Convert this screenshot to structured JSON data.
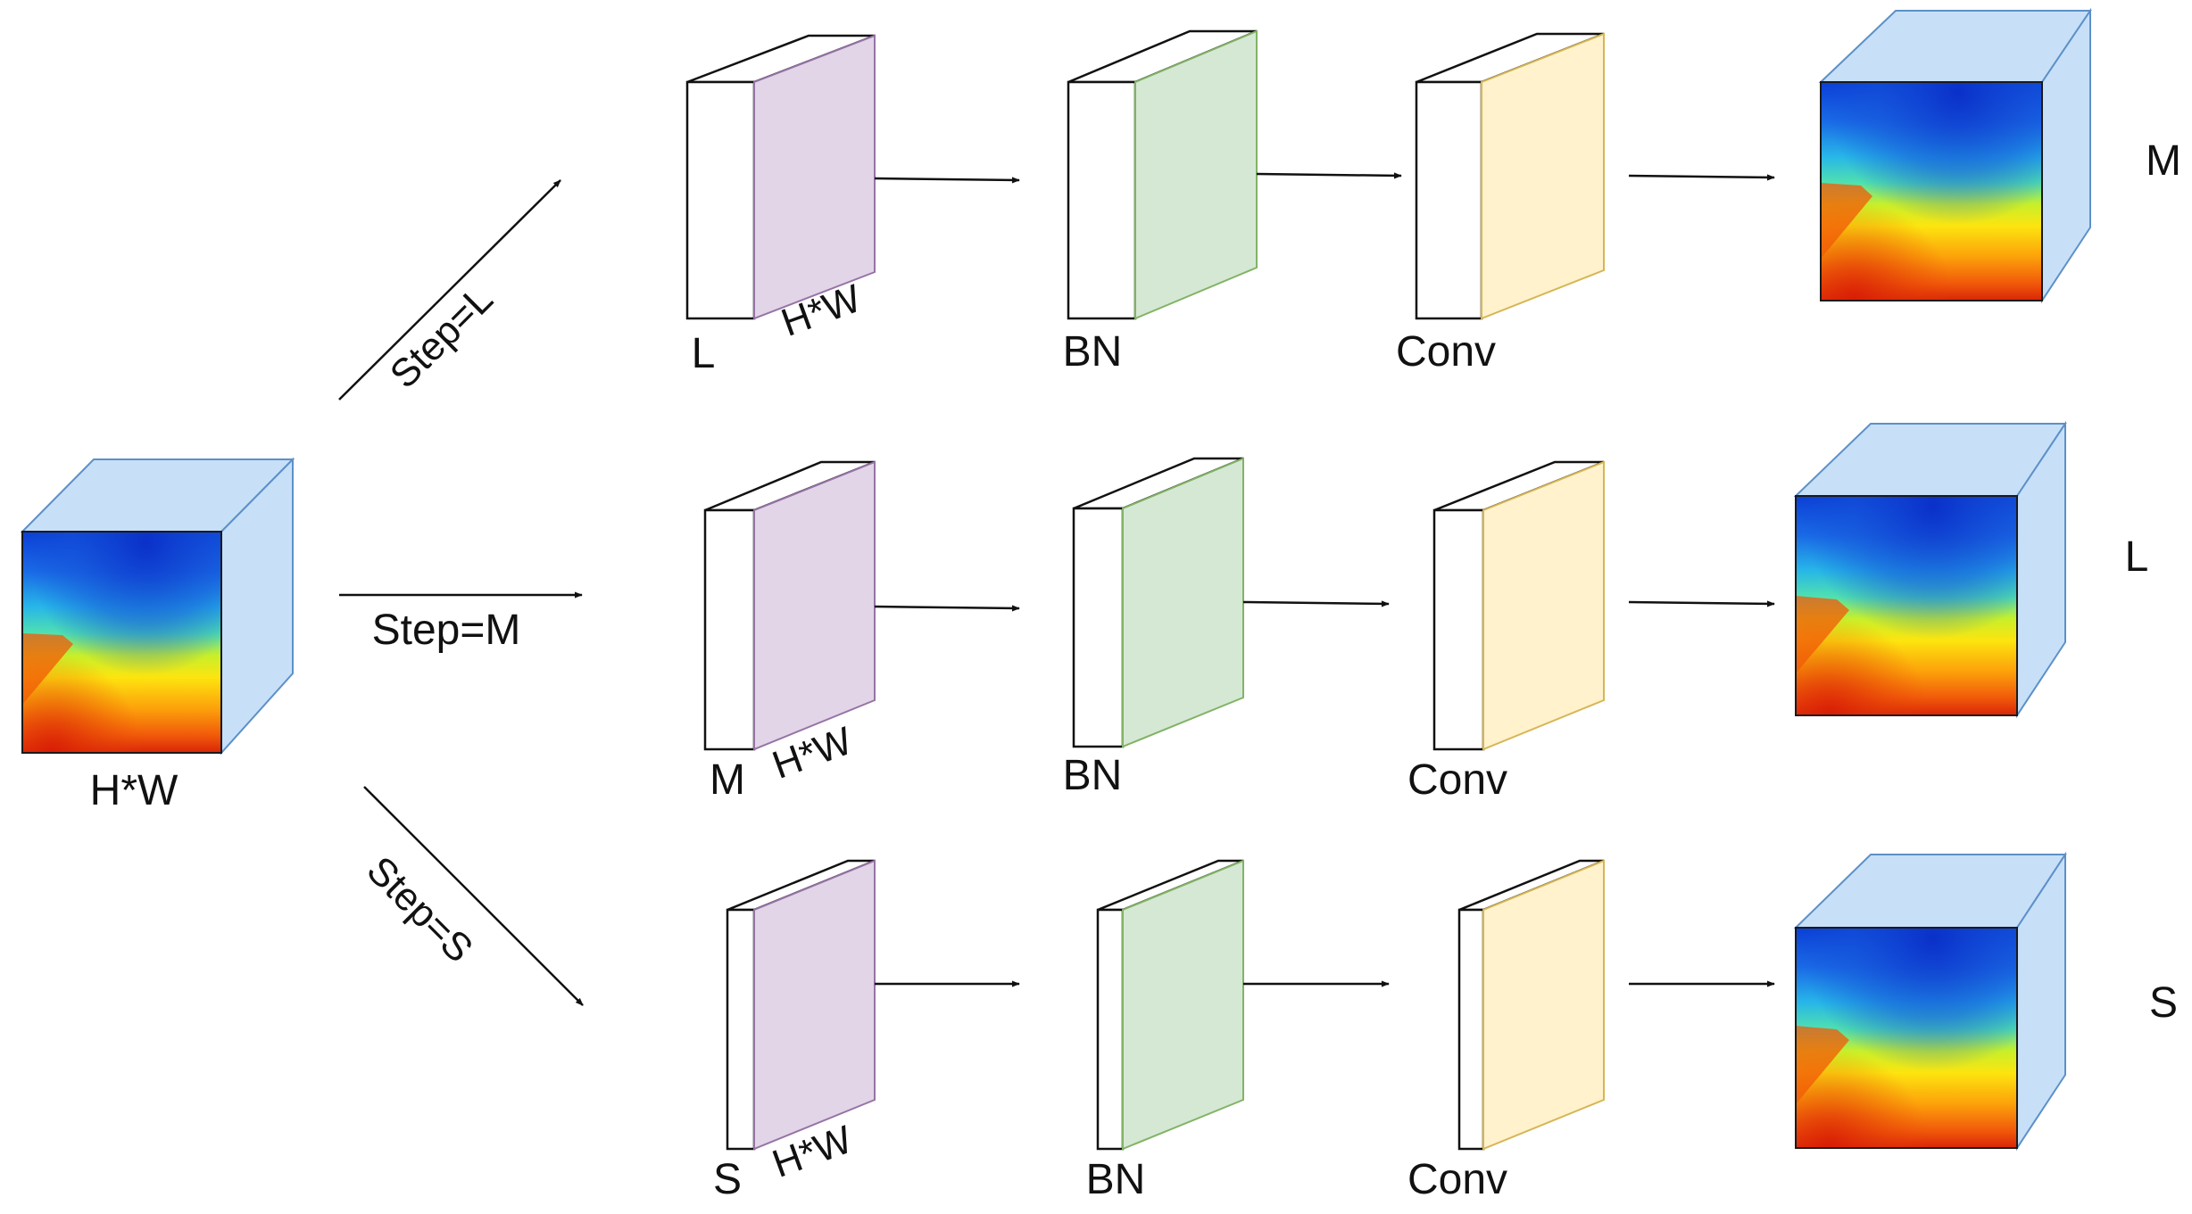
{
  "input": {
    "label": "H*W"
  },
  "colors": {
    "cube_face": "#c7e0f8",
    "cube_edge": "#5d90c8",
    "purple": "#e1d5e7",
    "purple_edge": "#9673a6",
    "green": "#d5e8d4",
    "green_edge": "#82b366",
    "yellow": "#fff2cc",
    "yellow_edge": "#d6b656"
  },
  "branches": [
    {
      "step_label": "Step=L",
      "block_labels": {
        "depth": "L",
        "hw": "H*W",
        "bn": "BN",
        "conv": "Conv"
      },
      "output_label": "M"
    },
    {
      "step_label": "Step=M",
      "block_labels": {
        "depth": "M",
        "hw": "H*W",
        "bn": "BN",
        "conv": "Conv"
      },
      "output_label": "L"
    },
    {
      "step_label": "Step=S",
      "block_labels": {
        "depth": "S",
        "hw": "H*W",
        "bn": "BN",
        "conv": "Conv"
      },
      "output_label": "S"
    }
  ]
}
